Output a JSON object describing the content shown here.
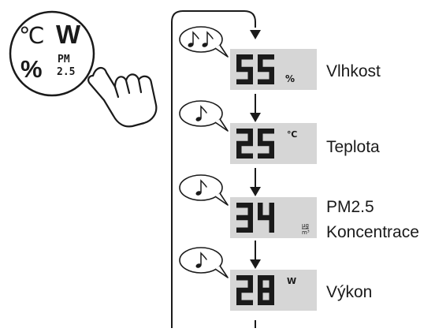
{
  "button": {
    "unit_celsius": "℃",
    "unit_watt": "W",
    "unit_percent": "%",
    "pm_label_top": "PM",
    "pm_label_bottom": "2.5"
  },
  "steps": [
    {
      "beeps": 2,
      "display_value": "55",
      "unit": "%",
      "label_lines": [
        "Vlhkost"
      ]
    },
    {
      "beeps": 1,
      "display_value": "25",
      "unit": "℃",
      "label_lines": [
        "Teplota"
      ]
    },
    {
      "beeps": 1,
      "display_value": "34",
      "unit": "µg/m³",
      "label_lines": [
        "PM2.5",
        "Koncentrace"
      ]
    },
    {
      "beeps": 1,
      "display_value": "28",
      "unit": "W",
      "label_lines": [
        "Výkon"
      ]
    }
  ],
  "colors": {
    "line": "#1a1a1a",
    "display_bg": "#d6d6d6",
    "digit": "#1a1a1a",
    "note": "#1a1a1a",
    "background": "#ffffff"
  },
  "icons": {
    "press": "hand-press-icon",
    "beep": "music-note-icon",
    "cycle": "cycle-arrow-icon"
  }
}
